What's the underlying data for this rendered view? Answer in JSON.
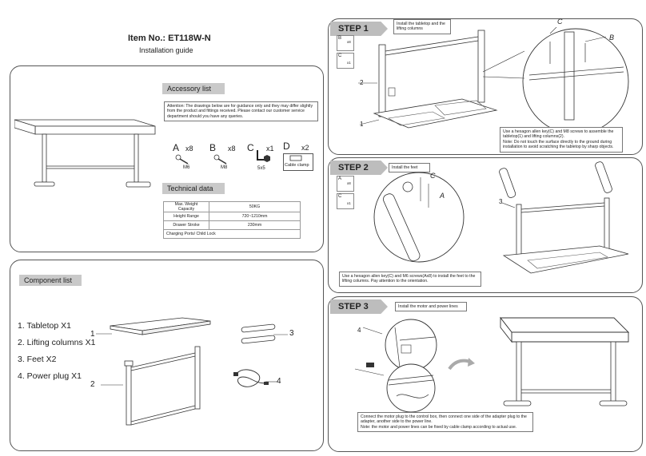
{
  "header": {
    "item_no": "Item No.: ET118W-N",
    "subtitle": "Installation guide"
  },
  "accessory": {
    "heading": "Accessory list",
    "attention": "Attention: The drawings below are for guidance only and they may differ slightly from the product and fittings received. Please contact our customer service department should you have any queries.",
    "items": [
      {
        "letter": "A",
        "qty": "x8",
        "label": "M6"
      },
      {
        "letter": "B",
        "qty": "x8",
        "label": "M8"
      },
      {
        "letter": "C",
        "qty": "x1",
        "label": "5x5"
      },
      {
        "letter": "D",
        "qty": "x2",
        "label": "Cable clamp"
      }
    ]
  },
  "technical": {
    "heading": "Technical data",
    "rows": [
      [
        "Max. Weight Capacity",
        "50KG"
      ],
      [
        "Height Range",
        "720~1210mm"
      ],
      [
        "Drawer Stroke",
        "230mm"
      ],
      [
        "Charging Ports/ Child Lock",
        ""
      ]
    ]
  },
  "components": {
    "heading": "Component list",
    "items": [
      "1. Tabletop X1",
      "2. Lifting columns X1",
      "3. Feet X2",
      "4. Power plug X1"
    ],
    "callouts": [
      "1",
      "2",
      "3",
      "4"
    ]
  },
  "step1": {
    "label": "STEP 1",
    "caption": "Install the tabletop and the lifting columns",
    "callouts": [
      "C",
      "B",
      "2",
      "1"
    ],
    "parts": [
      {
        "letter": "B",
        "qty": "x8"
      },
      {
        "letter": "C",
        "qty": "x1"
      }
    ],
    "note": "Use a hexagon allen key(C) and M8 screws to assemble the tabletop(1) and lifting columns(2).\nNote: Do not touch the surface directly to the ground during installation to avoid scratching the tabletop by sharp objects."
  },
  "step2": {
    "label": "STEP 2",
    "caption": "Install the feet",
    "callouts": [
      "C",
      "A",
      "3"
    ],
    "parts": [
      {
        "letter": "A",
        "qty": "x8"
      },
      {
        "letter": "C",
        "qty": "x1"
      }
    ],
    "note": "Use a hexagon allen key(C) and M6 screws(Ax8) to install the feet to the lifting columns. Pay attention to the orientation."
  },
  "step3": {
    "label": "STEP 3",
    "caption": "Install the motor and power lines",
    "callouts": [
      "4"
    ],
    "note": "Connect the motor plug to the control box, then connect one side of the adapter plug to the adapter, another side to the power line.\nNote: the motor and power lines can be fixed by cable clamp according to actual use."
  },
  "colors": {
    "panel_border": "#555555",
    "tab_grey": "#c9c9c9",
    "step_grey": "#bdbdbd"
  }
}
